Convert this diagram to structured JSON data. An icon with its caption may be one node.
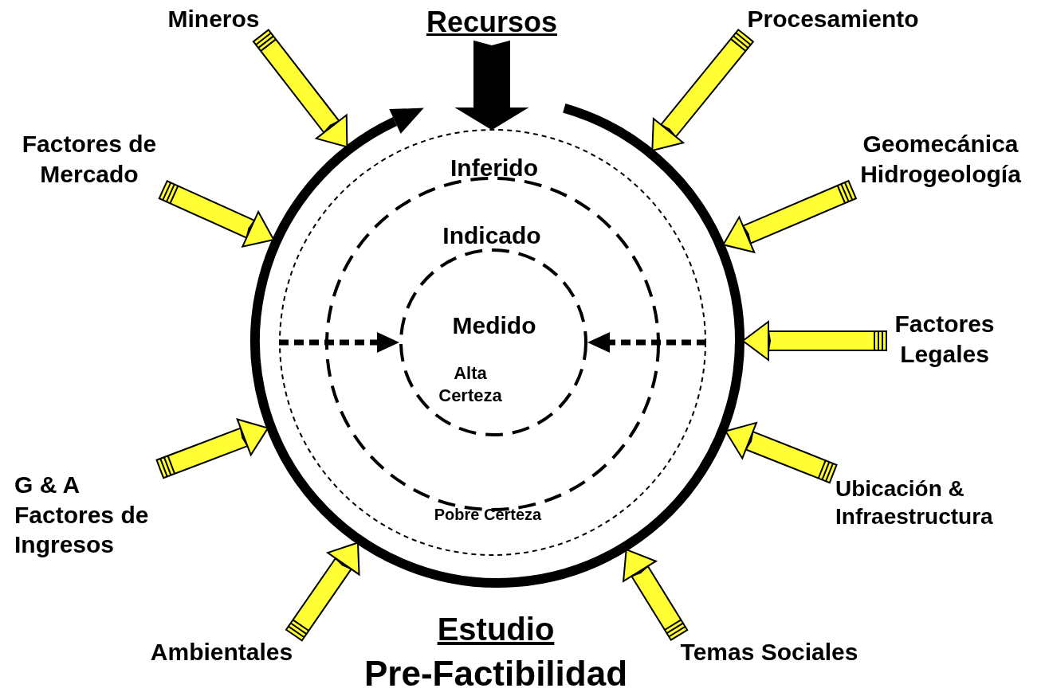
{
  "diagram": {
    "nodes": [
      {
        "text": [
          "Recursos"
        ]
      },
      {
        "text": [],
        "shape": "circle"
      },
      {
        "text": [
          "Inferido",
          "Pobre Certeza"
        ],
        "in": 1
      },
      {
        "text": [
          "Indicado"
        ],
        "in": 2
      },
      {
        "text": [
          "Medido",
          "Alta Certeza"
        ],
        "in": 3
      },
      {
        "text": [
          "Mineros"
        ]
      },
      {
        "text": [
          "Procesamiento"
        ]
      },
      {
        "text": [
          "Factores de Mercado"
        ]
      },
      {
        "text": [
          "Geomecánica Hidrogeología"
        ]
      },
      {
        "text": [
          "Factores Legales"
        ]
      },
      {
        "text": [
          "G & A Factores de Ingresos"
        ]
      },
      {
        "text": [
          "Ubicación & Infraestructura"
        ]
      },
      {
        "text": [
          "Ambientales"
        ]
      },
      {
        "text": [
          "Temas Sociales"
        ]
      }
    ],
    "edges": [
      {
        "from": 0,
        "to": 2,
        "arrow": "to",
        "color": "#000000"
      },
      {
        "from": 5,
        "to": 1,
        "arrow": "to"
      },
      {
        "from": 6,
        "to": 1,
        "arrow": "to"
      },
      {
        "from": 7,
        "to": 1,
        "arrow": "to"
      },
      {
        "from": 8,
        "to": 1,
        "arrow": "to"
      },
      {
        "from": 9,
        "to": 1,
        "arrow": "to"
      },
      {
        "from": 10,
        "to": 1,
        "arrow": "to"
      },
      {
        "from": 11,
        "to": 1,
        "arrow": "to"
      },
      {
        "from": 12,
        "to": 1,
        "arrow": "to"
      },
      {
        "from": 13,
        "to": 1,
        "arrow": "to"
      },
      {
        "from": 2,
        "to": 4,
        "arrow": "to",
        "style": "dashed",
        "color": "#000000"
      },
      {
        "from": 2,
        "to": 4,
        "arrow": "to",
        "style": "dashed",
        "color": "#000000"
      }
    ],
    "labels": [
      "Estudio",
      "Pre-Factibilidad"
    ]
  }
}
